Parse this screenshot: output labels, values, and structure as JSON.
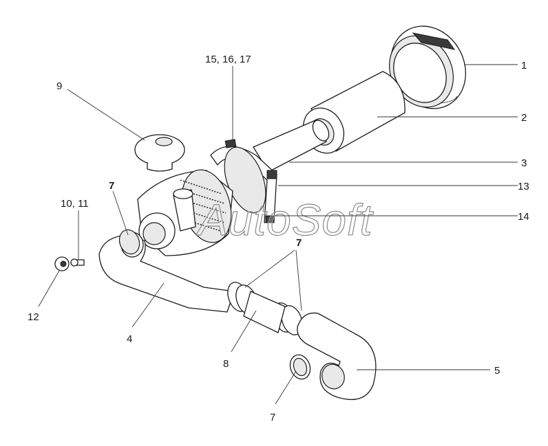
{
  "watermark": "AutoSoft",
  "callouts": [
    {
      "id": "c1",
      "label": "1"
    },
    {
      "id": "c2",
      "label": "2"
    },
    {
      "id": "c3",
      "label": "3"
    },
    {
      "id": "c13",
      "label": "13"
    },
    {
      "id": "c14",
      "label": "14"
    },
    {
      "id": "c15",
      "label": "15, 16, 17"
    },
    {
      "id": "c9",
      "label": "9"
    },
    {
      "id": "c7a",
      "label": "7"
    },
    {
      "id": "c1011",
      "label": "10, 11"
    },
    {
      "id": "c12",
      "label": "12"
    },
    {
      "id": "c4",
      "label": "4"
    },
    {
      "id": "c7b",
      "label": "7"
    },
    {
      "id": "c8",
      "label": "8"
    },
    {
      "id": "c5",
      "label": "5"
    },
    {
      "id": "c7c",
      "label": "7"
    }
  ]
}
